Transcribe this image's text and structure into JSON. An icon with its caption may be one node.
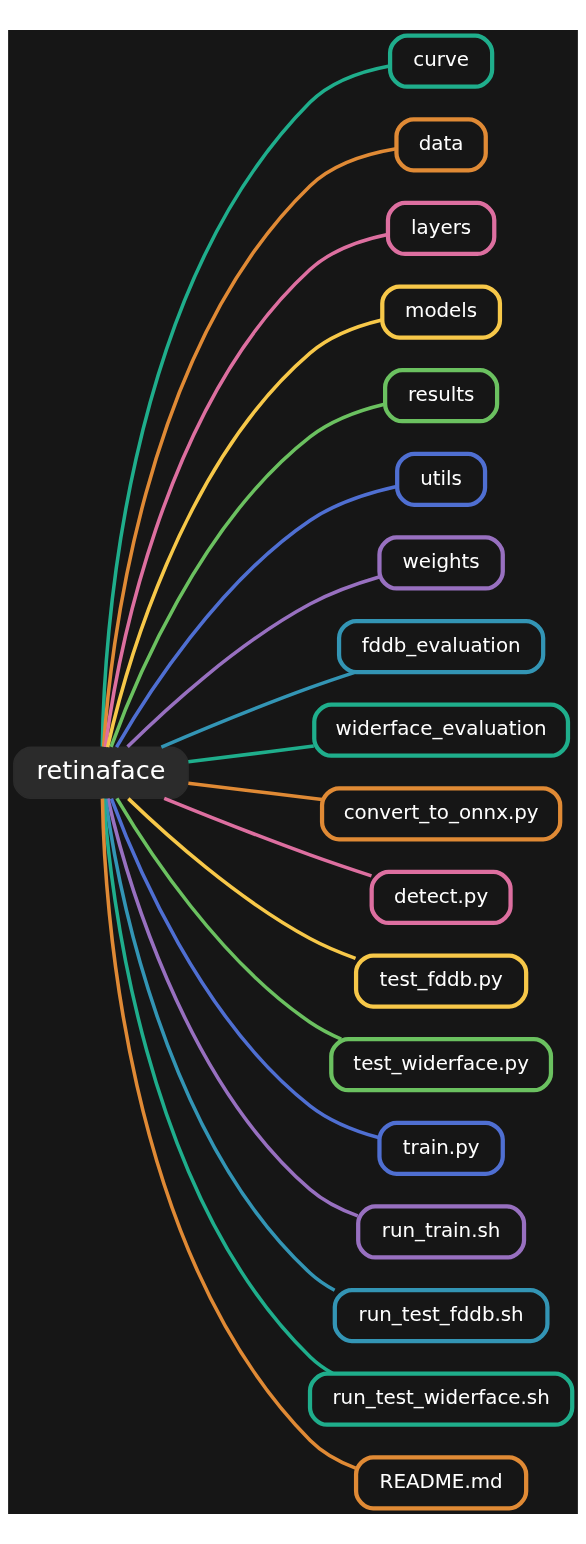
{
  "diagram": {
    "nodes": [
      {
        "text": [
          "retinaface"
        ]
      },
      {
        "text": [
          "curve"
        ]
      },
      {
        "text": [
          "data"
        ]
      },
      {
        "text": [
          "layers"
        ]
      },
      {
        "text": [
          "models"
        ]
      },
      {
        "text": [
          "results"
        ]
      },
      {
        "text": [
          "utils"
        ]
      },
      {
        "text": [
          "weights"
        ]
      },
      {
        "text": [
          "fddb_evaluation"
        ]
      },
      {
        "text": [
          "widerface_evaluation"
        ]
      },
      {
        "text": [
          "convert_to_onnx.py"
        ]
      },
      {
        "text": [
          "detect.py"
        ]
      },
      {
        "text": [
          "test_fddb.py"
        ]
      },
      {
        "text": [
          "test_widerface.py"
        ]
      },
      {
        "text": [
          "train.py"
        ]
      },
      {
        "text": [
          "run_train.sh"
        ]
      },
      {
        "text": [
          "run_test_fddb.sh"
        ]
      },
      {
        "text": [
          "run_test_widerface.sh"
        ]
      },
      {
        "text": [
          "README.md"
        ]
      }
    ],
    "edges": [
      {
        "from": 0,
        "to": 1,
        "arrow": "none",
        "color": "#1fae8c"
      },
      {
        "from": 0,
        "to": 2,
        "arrow": "none",
        "color": "#e08a35"
      },
      {
        "from": 0,
        "to": 3,
        "arrow": "none",
        "color": "#dd6fa0"
      },
      {
        "from": 0,
        "to": 4,
        "arrow": "none",
        "color": "#f7c849"
      },
      {
        "from": 0,
        "to": 5,
        "arrow": "none",
        "color": "#6bc160"
      },
      {
        "from": 0,
        "to": 6,
        "arrow": "none",
        "color": "#4f6fd2"
      },
      {
        "from": 0,
        "to": 7,
        "arrow": "none",
        "color": "#9870c0"
      },
      {
        "from": 0,
        "to": 8,
        "arrow": "none",
        "color": "#3395b5"
      },
      {
        "from": 0,
        "to": 9,
        "arrow": "none",
        "color": "#1fae8c"
      },
      {
        "from": 0,
        "to": 10,
        "arrow": "none",
        "color": "#e08a35"
      },
      {
        "from": 0,
        "to": 11,
        "arrow": "none",
        "color": "#dd6fa0"
      },
      {
        "from": 0,
        "to": 12,
        "arrow": "none",
        "color": "#f7c849"
      },
      {
        "from": 0,
        "to": 13,
        "arrow": "none",
        "color": "#6bc160"
      },
      {
        "from": 0,
        "to": 14,
        "arrow": "none",
        "color": "#4f6fd2"
      },
      {
        "from": 0,
        "to": 15,
        "arrow": "none",
        "color": "#9870c0"
      },
      {
        "from": 0,
        "to": 16,
        "arrow": "none",
        "color": "#3395b5"
      },
      {
        "from": 0,
        "to": 17,
        "arrow": "none",
        "color": "#1fae8c"
      },
      {
        "from": 0,
        "to": 18,
        "arrow": "none",
        "color": "#e08a35"
      }
    ]
  }
}
